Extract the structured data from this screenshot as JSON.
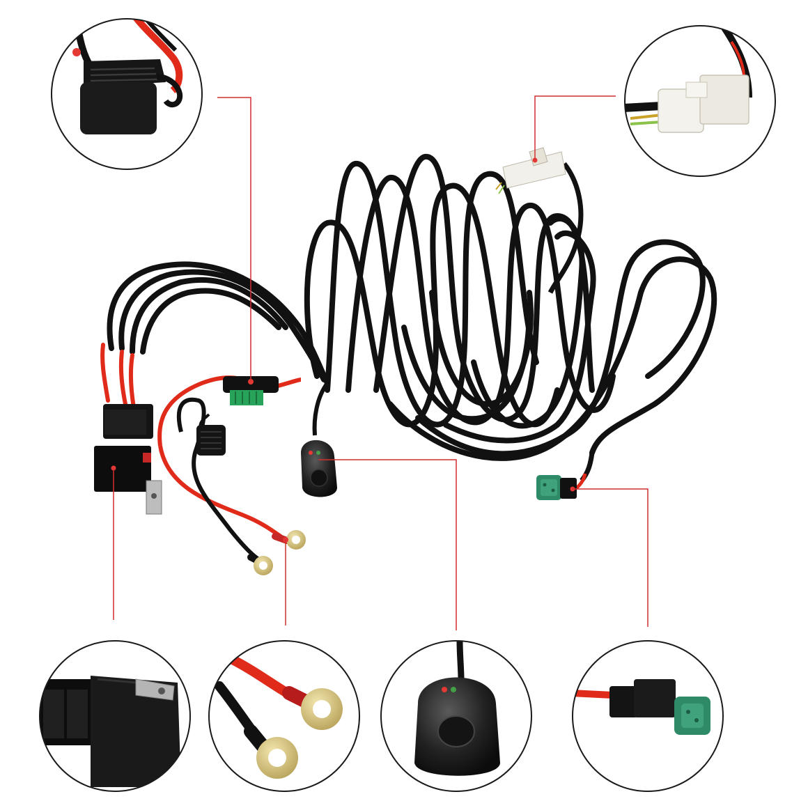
{
  "colors": {
    "background": "#ffffff",
    "callout_line": "#d32f2f",
    "wire_black": "#111111",
    "wire_red": "#e02a1a",
    "connector_white": "#f2f0ea",
    "connector_green": "#2f8a68",
    "fuse_green": "#27a35a",
    "ring_terminal": "#d9c98a",
    "circle_border": "#1a1a1a"
  },
  "callouts": [
    {
      "id": "fuse-holder",
      "icon": "fuse-holder-icon"
    },
    {
      "id": "white-connector",
      "icon": "white-plug-icon"
    },
    {
      "id": "relay",
      "icon": "relay-icon"
    },
    {
      "id": "ring-terminals",
      "icon": "ring-terminal-icon"
    },
    {
      "id": "switch",
      "icon": "switch-icon"
    },
    {
      "id": "dt-connector",
      "icon": "dt-connector-icon"
    }
  ]
}
